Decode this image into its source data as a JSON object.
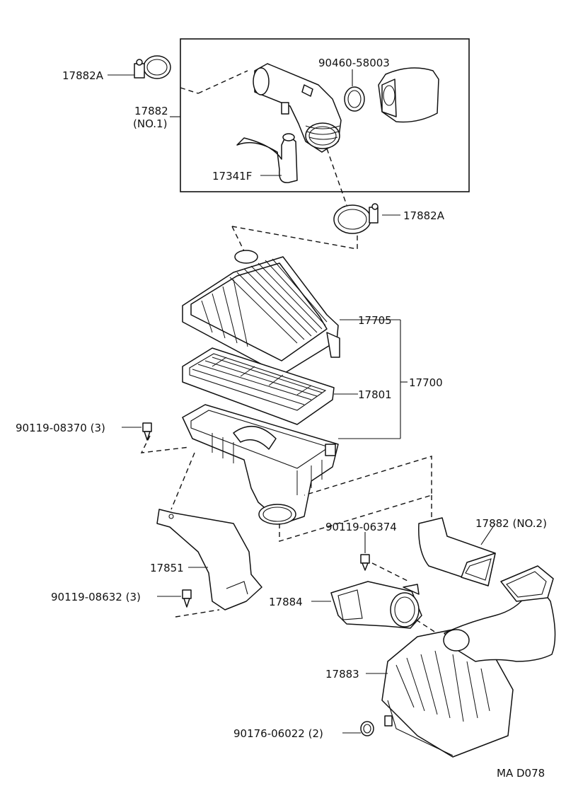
{
  "diagram": {
    "code": "MA D078",
    "labels": {
      "clamp_upper": "17882A",
      "hose_no1_line1": "17882",
      "hose_no1_line2": "(NO.1)",
      "resonator": "90460-58003",
      "hose_17341f": "17341F",
      "clamp_lower": "17882A",
      "cap": "17705",
      "assembly": "17700",
      "element": "17801",
      "bolt_a": "90119-08370 (3)",
      "bolt_b": "90119-06374",
      "hose_no2": "17882 (NO.2)",
      "bracket": "17851",
      "bolt_c": "90119-08632 (3)",
      "inlet": "17884",
      "resonator_lower": "17883",
      "grommet": "90176-06022 (2)"
    }
  }
}
